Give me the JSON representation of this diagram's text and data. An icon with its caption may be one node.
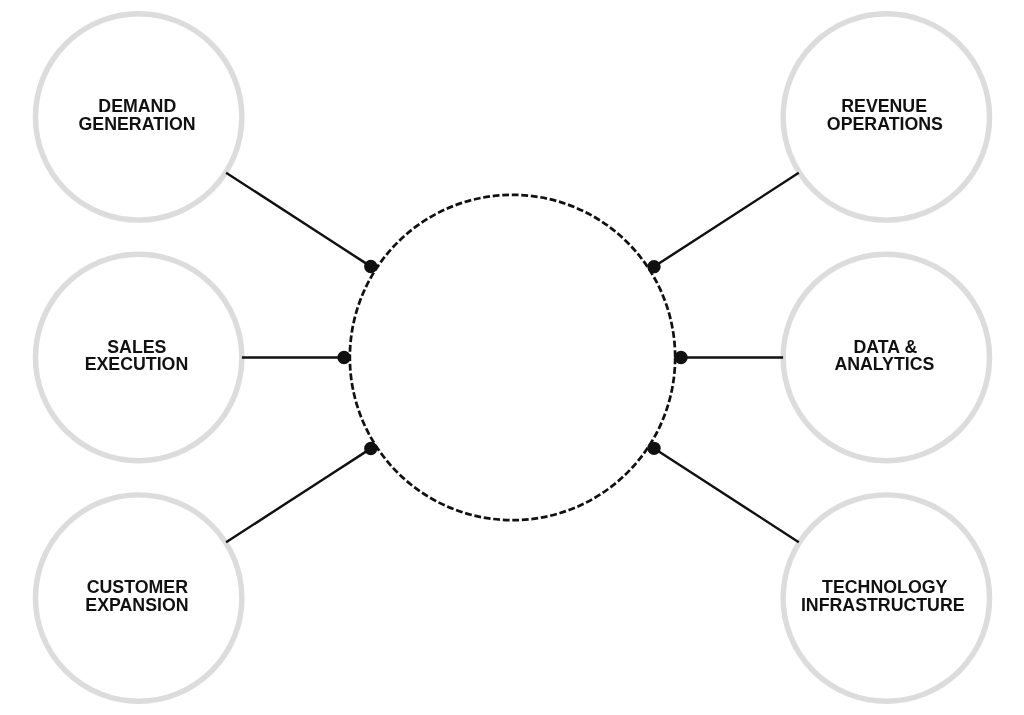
{
  "diagram": {
    "nodes": [
      {
        "text": [
          "DEMAND GENERATION"
        ]
      },
      {
        "text": [
          "REVENUE OPERATIONS"
        ]
      },
      {
        "text": [
          "SALES EXECUTION"
        ]
      },
      {
        "text": [],
        "shape": "circle"
      },
      {
        "text": [
          "DATA & ANALYTICS"
        ]
      },
      {
        "text": [
          "CUSTOMER EXPANSION"
        ]
      },
      {
        "text": [
          "TECHNOLOGY INFRASTRUCTURE"
        ]
      }
    ],
    "edges": [
      {
        "from": 0,
        "to": 3,
        "arrow": "other"
      },
      {
        "from": 3,
        "to": 1,
        "arrow": "other"
      },
      {
        "from": 2,
        "to": 3,
        "arrow": "other"
      },
      {
        "from": 3,
        "to": 4,
        "arrow": "other"
      },
      {
        "from": 5,
        "to": 3,
        "arrow": "other"
      },
      {
        "from": 3,
        "to": 6,
        "arrow": "other"
      }
    ]
  }
}
